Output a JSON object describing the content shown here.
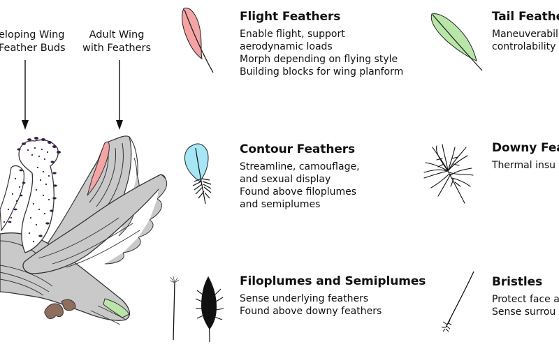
{
  "wing_labels": {
    "developing": [
      "eloping Wing",
      "Feather Buds"
    ],
    "adult": [
      "Adult Wing",
      "with Feathers"
    ]
  },
  "feathers": [
    {
      "title": "Flight Feathers",
      "color": "#f4a4a4",
      "lines": [
        "Enable flight, support",
        "aerodynamic loads",
        "Morph depending on flying style",
        "Building blocks for wing planform"
      ]
    },
    {
      "title": "Contour Feathers",
      "color": "#a6e6f5",
      "lines": [
        "Streamline, camouflage,",
        "and sexual display",
        "Found above filoplumes",
        "and semiplumes"
      ]
    },
    {
      "title": "Filoplumes and Semiplumes",
      "color": "#000000",
      "lines": [
        "Sense underlying feathers",
        "Found above downy feathers"
      ]
    },
    {
      "title": "Tail Feathe",
      "color": "#b9e6a8",
      "lines": [
        "Maneuverabil",
        "controlability"
      ]
    },
    {
      "title": "Downy Fea",
      "color": "#000000",
      "lines": [
        "Thermal insu"
      ]
    },
    {
      "title": "Bristles",
      "color": "#000000",
      "lines": [
        "Protect face a",
        "Sense surrou"
      ]
    }
  ],
  "colors": {
    "bird_body": "#c9c9c9",
    "bird_outline": "#333333",
    "speckle": "#3a1d4a",
    "flight_pink": "#f4a4a4",
    "tail_green": "#b9e6a8",
    "contour_blue": "#a6e6f5",
    "foot_brown": "#8f6e5e"
  }
}
